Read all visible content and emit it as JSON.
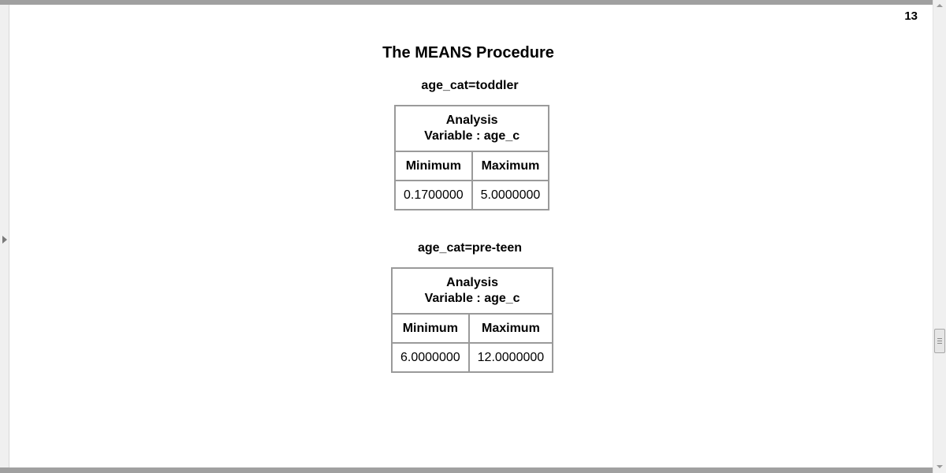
{
  "page": {
    "number": "13",
    "title": "The MEANS Procedure"
  },
  "groups": [
    {
      "byline": "age_cat=toddler",
      "header_line1": "Analysis",
      "header_line2": "Variable : age_c",
      "columns": [
        "Minimum",
        "Maximum"
      ],
      "values": [
        "0.1700000",
        "5.0000000"
      ]
    },
    {
      "byline": "age_cat=pre-teen",
      "header_line1": "Analysis",
      "header_line2": "Variable : age_c",
      "columns": [
        "Minimum",
        "Maximum"
      ],
      "values": [
        "6.0000000",
        "12.0000000"
      ]
    }
  ],
  "scrollbar": {
    "position_fraction": 0.72
  },
  "colors": {
    "border": "#9a9a9a",
    "bar": "#a0a0a0",
    "gutter": "#f0f0f0"
  }
}
